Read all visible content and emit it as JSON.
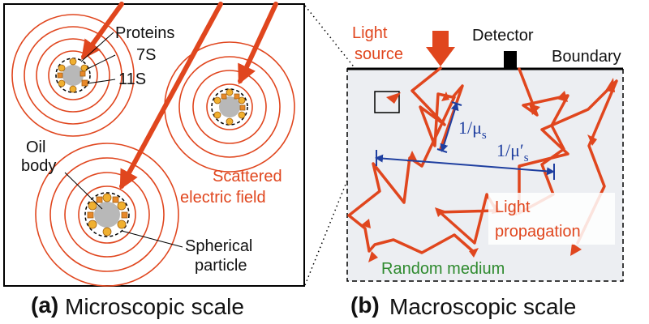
{
  "colors": {
    "red": "#e0461e",
    "blue": "#1f3fa0",
    "green": "#2e8a2e",
    "medium_fill": "#eceef2",
    "oil_fill": "#b8b8b8",
    "protein_7s": "#f0b030",
    "protein_11s": "#e8892a"
  },
  "panel_a": {
    "labels": {
      "proteins": "Proteins",
      "seven_s": "7S",
      "eleven_s": "11S",
      "oil": "Oil",
      "body": "body",
      "scattered": "Scattered",
      "electric_field": "electric field",
      "spherical": "Spherical",
      "particle": "particle"
    },
    "caption_letter": "(a)",
    "caption_text": "Microscopic scale"
  },
  "panel_b": {
    "labels": {
      "light": "Light",
      "source": "source",
      "detector": "Detector",
      "boundary": "Boundary",
      "mu_s": "1/μ",
      "mu_s_prime": "1/μ′",
      "sub_s": "s",
      "light_word": "Light",
      "propagation": "propagation",
      "random_medium": "Random medium"
    },
    "caption_letter": "(b)",
    "caption_text": "Macroscopic scale"
  }
}
